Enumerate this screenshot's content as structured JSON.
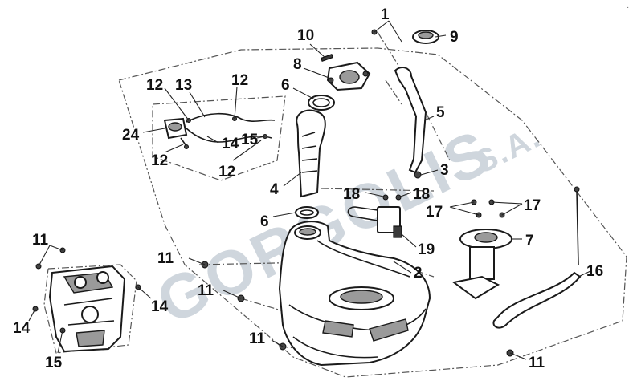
{
  "diagram": {
    "watermark": "GORGOLIS",
    "watermark_suffix": "S.A.",
    "callouts": {
      "c1": "1",
      "c2": "2",
      "c3": "3",
      "c4": "4",
      "c5": "5",
      "c6a": "6",
      "c6b": "6",
      "c7": "7",
      "c8": "8",
      "c9": "9",
      "c10": "10",
      "c11a": "11",
      "c11b": "11",
      "c11c": "11",
      "c11d": "11",
      "c11e": "11",
      "c12a": "12",
      "c12b": "12",
      "c12c": "12",
      "c12d": "12",
      "c13": "13",
      "c14a": "14",
      "c14b": "14",
      "c14c": "14",
      "c15a": "15",
      "c15b": "15",
      "c16": "16",
      "c17a": "17",
      "c17b": "17",
      "c18a": "18",
      "c18b": "18",
      "c19": "19",
      "c24": "24"
    }
  }
}
